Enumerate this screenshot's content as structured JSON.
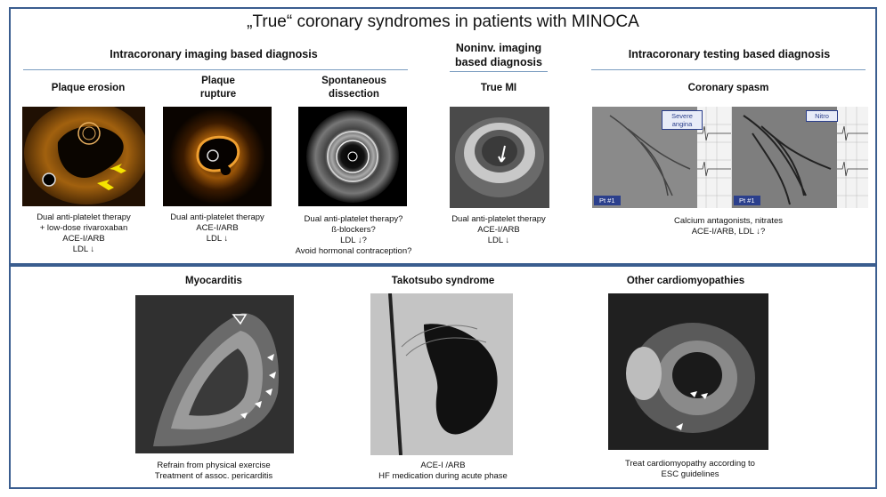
{
  "title": "„True“ coronary syndromes in patients with MINOCA",
  "top": {
    "sections": {
      "intracoronary_imaging": "Intracoronary imaging based diagnosis",
      "noninvasive_imaging": [
        "Noninv. imaging",
        "based diagnosis"
      ],
      "intracoronary_testing": "Intracoronary testing based diagnosis"
    },
    "panels": {
      "plaque_erosion": {
        "title": [
          "Plaque erosion"
        ],
        "text": [
          "Dual anti-platelet therapy",
          "+ low-dose rivaroxaban",
          "ACE-I/ARB",
          "LDL ↓"
        ]
      },
      "plaque_rupture": {
        "title": [
          "Plaque",
          "rupture"
        ],
        "text": [
          "Dual anti-platelet therapy",
          "ACE-I/ARB",
          "LDL ↓"
        ]
      },
      "spontaneous_dissection": {
        "title": [
          "Spontaneous",
          "dissection"
        ],
        "text": [
          "Dual anti-platelet therapy?",
          "ß-blockers?",
          "LDL ↓?",
          "Avoid hormonal contraception?"
        ]
      },
      "true_mi": {
        "title": [
          "True MI"
        ],
        "text": [
          "Dual anti-platelet therapy",
          "ACE-I/ARB",
          "LDL ↓"
        ]
      },
      "coronary_spasm": {
        "title": [
          "Coronary spasm"
        ],
        "text": [
          "Calcium antagonists, nitrates",
          "ACE-I/ARB, LDL ↓?"
        ],
        "image_labels": {
          "left_tag": "Severe angina",
          "left_tag_lines": [
            "Severe",
            "angina"
          ],
          "right_tag": "Nitro",
          "left_pt": "Pt #1",
          "right_pt": "Pt #1"
        }
      }
    }
  },
  "bottom": {
    "panels": {
      "myocarditis": {
        "title": [
          "Myocarditis"
        ],
        "text": [
          "Refrain from physical exercise",
          "Treatment of assoc. pericarditis"
        ]
      },
      "takotsubo": {
        "title": [
          "Takotsubo syndrome"
        ],
        "text": [
          "ACE-I /ARB",
          "HF medication during acute phase"
        ]
      },
      "other_cardiomyopathies": {
        "title": [
          "Other cardiomyopathies"
        ],
        "text": [
          "Treat cardiomyopathy according to",
          "ESC guidelines"
        ]
      }
    }
  },
  "colors": {
    "frame": "#3a5d8f",
    "rule": "#7a9cc0",
    "oct_orange": "#e8a020",
    "arrow_yellow": "#f5e400",
    "tag_blue": "#2b3f8c"
  }
}
